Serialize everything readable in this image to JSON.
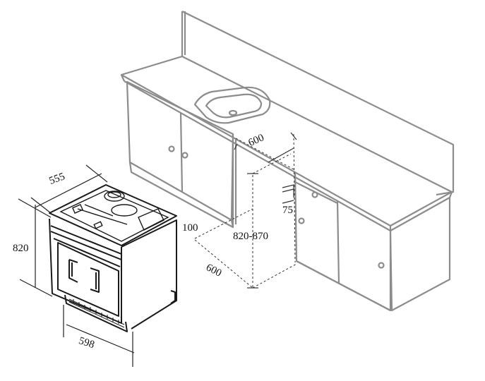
{
  "dimensions": {
    "width": "555",
    "height": "820",
    "front_width": "598",
    "niche_width": "600",
    "niche_depth": "600",
    "niche_height": "820-870",
    "plinth": "100",
    "gap": "75"
  },
  "colors": {
    "cabinet_stroke": "#8c8c8c",
    "appliance_stroke": "#1a1a1a",
    "dimension_stroke": "#222222"
  }
}
